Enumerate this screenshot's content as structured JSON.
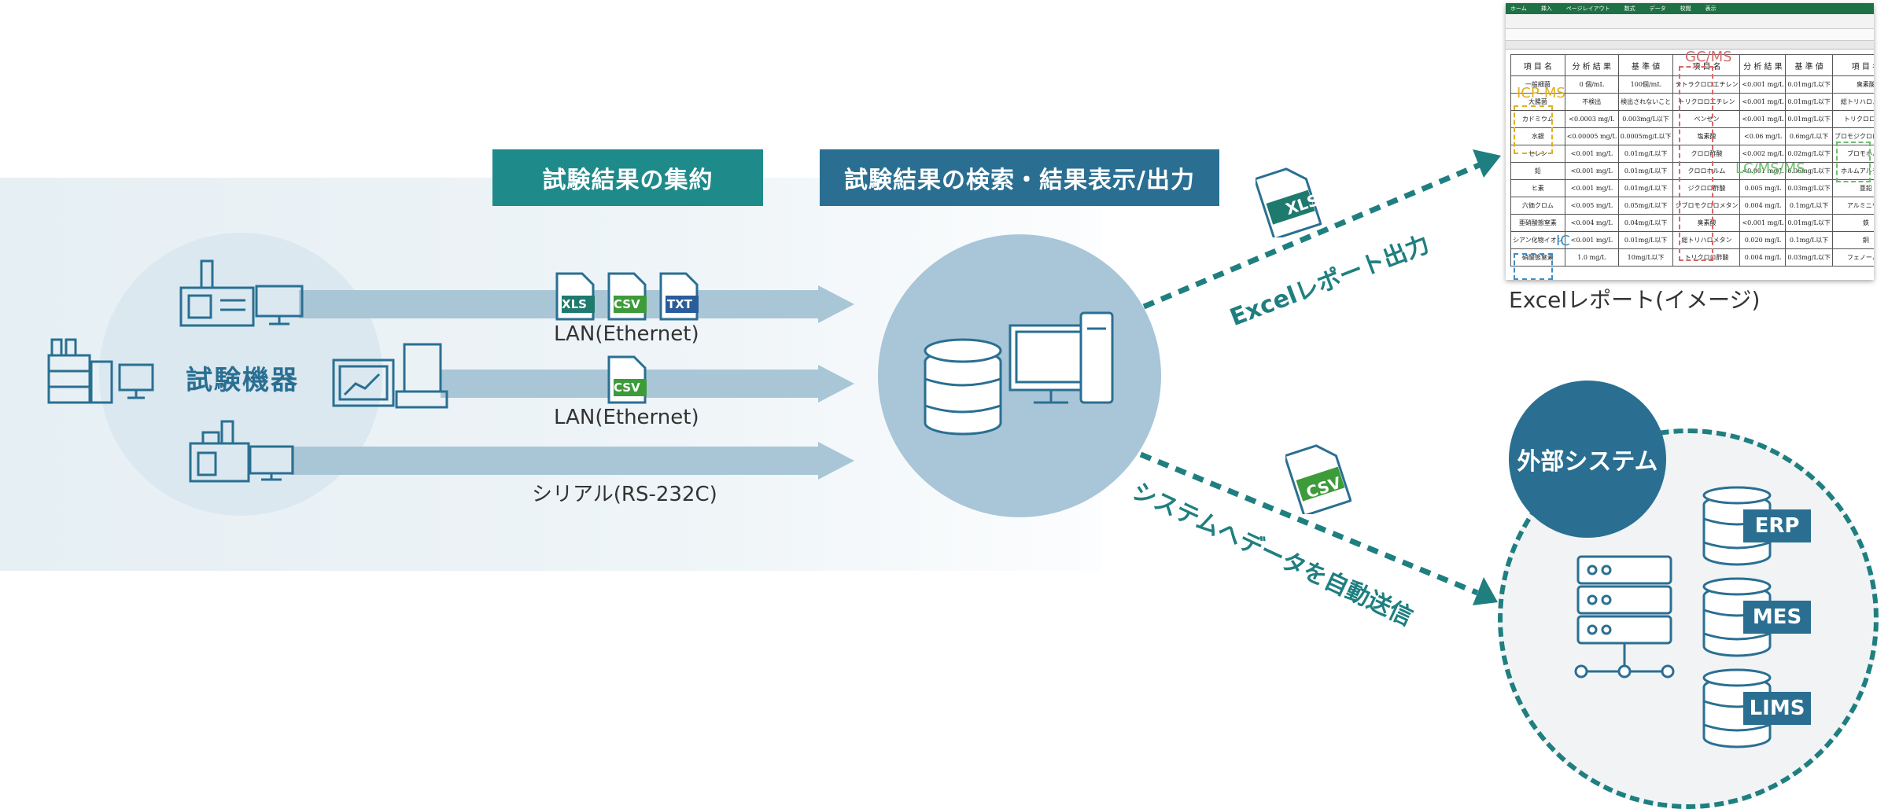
{
  "titles": {
    "aggregate": "試験結果の集約",
    "search": "試験結果の検索・結果表示/出力"
  },
  "devices": {
    "label": "試験機器"
  },
  "connections": {
    "lan1": "LAN(Ethernet)",
    "lan2": "LAN(Ethernet)",
    "serial": "シリアル(RS-232C)"
  },
  "file_badges": {
    "xls": "XLS",
    "csv": "CSV",
    "txt": "TXT"
  },
  "outputs": {
    "excel_flow": "Excelレポート出力",
    "system_flow": "システムへデータを自動送信",
    "excel_caption": "Excelレポート(イメージ)"
  },
  "external": {
    "title": "外部システム",
    "systems": [
      "ERP",
      "MES",
      "LIMS"
    ]
  },
  "report": {
    "ribbon": [
      "ホーム",
      "挿入",
      "ページレイアウト",
      "数式",
      "データ",
      "校閲",
      "表示"
    ],
    "headers": [
      "項 目 名",
      "分 析 結 果",
      "基 準 値",
      "項 目 名",
      "分 析 結 果",
      "基 準 値",
      "項 目 名"
    ],
    "rows": [
      [
        "一般細菌",
        "0 個/mL",
        "100個/mL",
        "テトラクロロエチレン",
        "<0.001 mg/L",
        "0.01mg/L以下",
        "臭素酸"
      ],
      [
        "大腸菌",
        "不検出",
        "検出されないこと",
        "トリクロロエチレン",
        "<0.001 mg/L",
        "0.01mg/L以下",
        "総トリハロメタン"
      ],
      [
        "カドミウム",
        "<0.0003 mg/L",
        "0.003mg/L以下",
        "ベンゼン",
        "<0.001 mg/L",
        "0.01mg/L以下",
        "トリクロロ酢酸"
      ],
      [
        "水銀",
        "<0.00005 mg/L",
        "0.0005mg/L以下",
        "塩素酸",
        "<0.06 mg/L",
        "0.6mg/L以下",
        "ブロモジクロロメタン"
      ],
      [
        "セレン",
        "<0.001 mg/L",
        "0.01mg/L以下",
        "クロロ酢酸",
        "<0.002 mg/L",
        "0.02mg/L以下",
        "ブロモホルム"
      ],
      [
        "鉛",
        "<0.001 mg/L",
        "0.01mg/L以下",
        "クロロホルム",
        "<0.001 mg/L",
        "0.06mg/L以下",
        "ホルムアルデヒド"
      ],
      [
        "ヒ素",
        "<0.001 mg/L",
        "0.01mg/L以下",
        "ジクロロ酢酸",
        "0.005 mg/L",
        "0.03mg/L以下",
        "亜鉛"
      ],
      [
        "六価クロム",
        "<0.005 mg/L",
        "0.05mg/L以下",
        "ジブロモクロロメタン",
        "0.004 mg/L",
        "0.1mg/L以下",
        "アルミニウム"
      ],
      [
        "亜硝酸態窒素",
        "<0.004 mg/L",
        "0.04mg/L以下",
        "臭素酸",
        "<0.001 mg/L",
        "0.01mg/L以下",
        "鉄"
      ],
      [
        "シアン化物イオン",
        "<0.001 mg/L",
        "0.01mg/L以下",
        "総トリハロメタン",
        "0.020 mg/L",
        "0.1mg/L以下",
        "銅"
      ],
      [
        "硝酸態窒素",
        "1.0 mg/L",
        "10mg/L以下",
        "トリクロロ酢酸",
        "0.004 mg/L",
        "0.03mg/L以下",
        "フェノール類"
      ]
    ],
    "annotations": {
      "gcms": "GC/MS",
      "icpms": "ICP-MS",
      "lcmsms": "LC/MS/MS",
      "ic": "IC"
    }
  },
  "colors": {
    "teal": "#1f8a8a",
    "blue": "#2a6f92",
    "light_blue": "#a9c6d7",
    "xls_badge": "#1f7a6e",
    "csv_badge": "#3d9b3a",
    "txt_badge": "#2a5c9a"
  }
}
